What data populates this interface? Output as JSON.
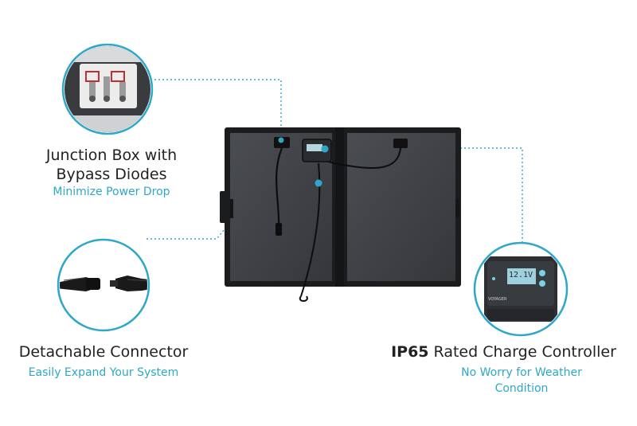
{
  "features": {
    "junction": {
      "title_line1": "Junction Box with",
      "title_line2": "Bypass Diodes",
      "subtitle": "Minimize Power Drop"
    },
    "connector": {
      "title": "Detachable Connector",
      "subtitle": "Easily Expand Your System"
    },
    "controller": {
      "title_bold": "IP65",
      "title_rest": " Rated Charge Controller",
      "subtitle_line1": "No Worry for Weather",
      "subtitle_line2": "Condition",
      "lcd_value": "12.1",
      "lcd_unit": "V",
      "model_label": "VOYAGER"
    }
  },
  "colors": {
    "accent": "#2ea7c9",
    "panel": "#3f4247",
    "frame": "#1b1c1e",
    "text": "#222222"
  }
}
